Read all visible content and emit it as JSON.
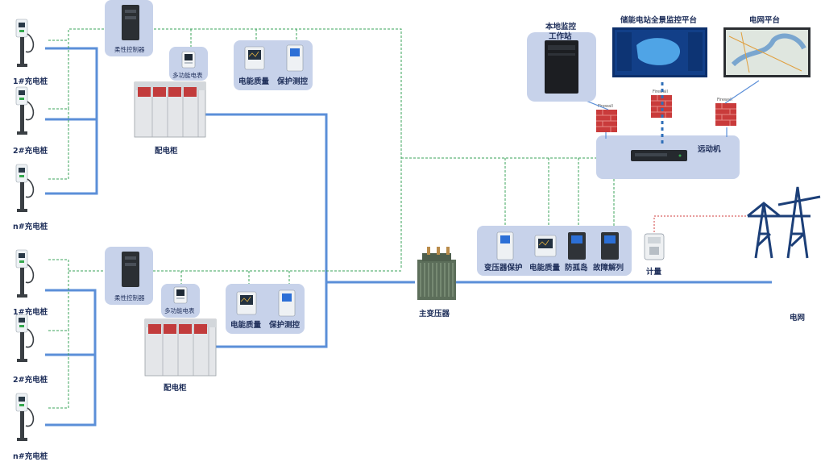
{
  "labels": {
    "charger_1_top": "1#充电桩",
    "charger_2_top": "2#充电桩",
    "charger_n_top": "n#充电桩",
    "charger_1_bot": "1#充电桩",
    "charger_2_bot": "2#充电桩",
    "charger_n_bot": "n#充电桩",
    "flex_controller_top": "柔性控制器",
    "flex_controller_bot": "柔性控制器",
    "multi_meter_top": "多功能电表",
    "multi_meter_bot": "多功能电表",
    "power_quality_top": "电能质量",
    "protection_top": "保护测控",
    "power_quality_bot": "电能质量",
    "protection_bot": "保护测控",
    "cabinet_top": "配电柜",
    "cabinet_bot": "配电柜",
    "main_transformer": "主变压器",
    "transformer_protection": "变压器保护",
    "power_quality_main": "电能质量",
    "anti_islanding": "防孤岛",
    "fault_splitting": "故障解列",
    "metering": "计量",
    "grid": "电网",
    "telecontrol": "远动机",
    "local_monitor_line1": "本地监控",
    "local_monitor_line2": "工作站",
    "storage_platform": "储能电站全景监控平台",
    "grid_platform": "电网平台"
  },
  "icons": {
    "charger": "ev-charger-icon",
    "controller": "industrial-controller-icon",
    "meter": "power-meter-icon",
    "firewall": "firewall-icon",
    "workstation": "pc-tower-icon",
    "tower": "transmission-tower-icon"
  },
  "colors": {
    "bus": "#5b8fd8",
    "comm_dashed": "#3aa35a",
    "grid_link": "#d23c3c",
    "panel": "#c7d2ea",
    "text": "#1f2f5a"
  }
}
